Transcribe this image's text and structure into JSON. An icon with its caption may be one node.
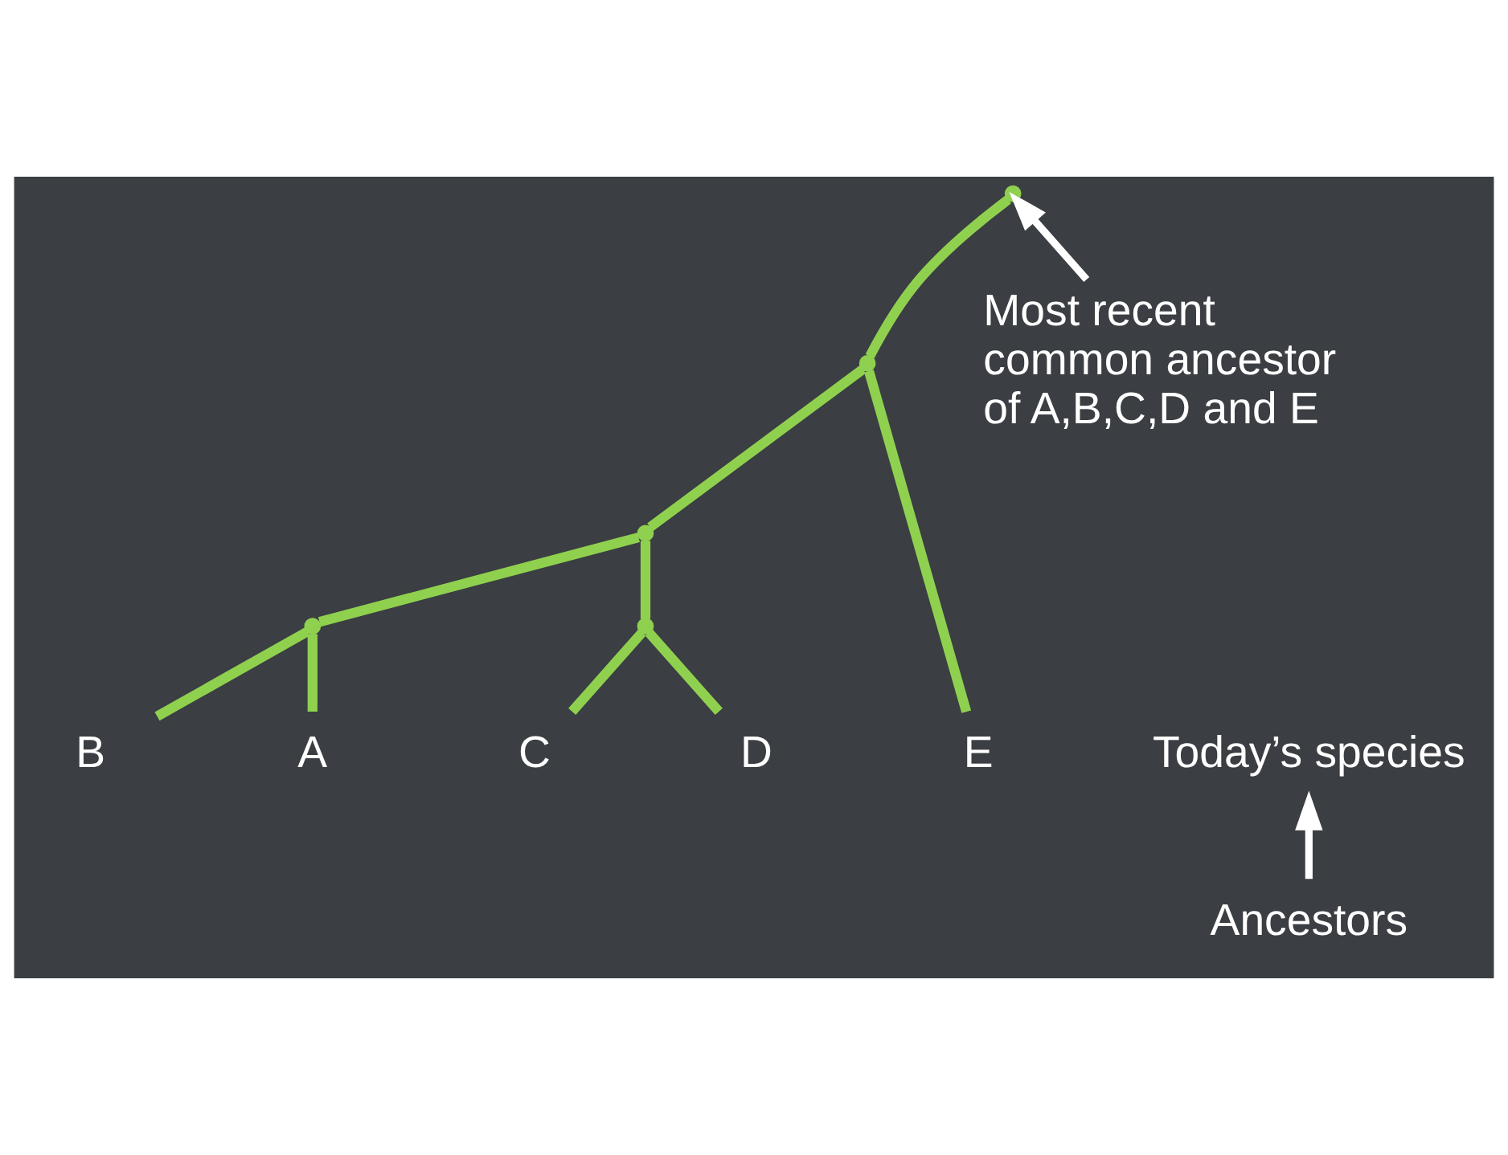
{
  "diagram": {
    "nodes": [
      {
        "text": [
          "A"
        ]
      },
      {
        "text": [
          "B"
        ]
      },
      {
        "text": [
          "C"
        ]
      },
      {
        "text": [
          "D"
        ]
      },
      {
        "text": [
          "E"
        ]
      },
      {
        "text": [
          "Today’s species"
        ]
      },
      {
        "text": [],
        "shape": "point"
      },
      {
        "text": [],
        "shape": "point"
      },
      {
        "text": [],
        "shape": "point"
      },
      {
        "text": [],
        "shape": "point"
      },
      {
        "text": [],
        "shape": "point"
      },
      {
        "text": [
          "Ancestors"
        ]
      },
      {
        "text": [
          "Most recent common ancestor of A,B,C,D and E"
        ]
      }
    ],
    "edges": [
      {
        "from": 0,
        "to": 6,
        "arrow": "none"
      },
      {
        "from": 1,
        "to": 6,
        "arrow": "none"
      },
      {
        "from": 2,
        "to": 7,
        "arrow": "none"
      },
      {
        "from": 3,
        "to": 7,
        "arrow": "none"
      },
      {
        "from": 6,
        "to": 8,
        "arrow": "none"
      },
      {
        "from": 7,
        "to": 8,
        "arrow": "none"
      },
      {
        "from": 8,
        "to": 9,
        "arrow": "none"
      },
      {
        "from": 4,
        "to": 9,
        "arrow": "none"
      },
      {
        "from": 9,
        "to": 10,
        "arrow": "none"
      },
      {
        "from": 12,
        "to": 10,
        "arrow": "to",
        "color": "#ffffff"
      },
      {
        "from": 11,
        "to": 5,
        "arrow": "to",
        "color": "#ffffff"
      }
    ]
  }
}
